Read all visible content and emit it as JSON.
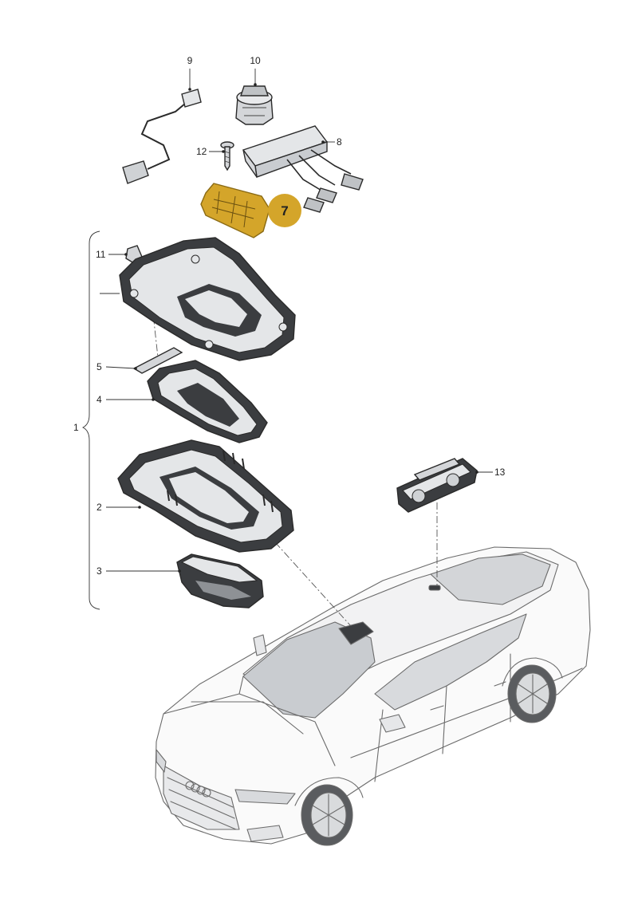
{
  "callouts": {
    "c1": "1",
    "c2": "2",
    "c3": "3",
    "c4": "4",
    "c5": "5",
    "c7": "7",
    "c8": "8",
    "c9": "9",
    "c10": "10",
    "c11": "11",
    "c12": "12",
    "c13": "13"
  },
  "highlight": {
    "part": "7",
    "color": "#d4a52a"
  },
  "colors": {
    "part_fill": "#e4e6e8",
    "part_dark": "#3b3d40",
    "car_glass": "#c9ccd0"
  },
  "icons": {
    "car": "car-illustration",
    "logo": "audi-rings-logo"
  }
}
